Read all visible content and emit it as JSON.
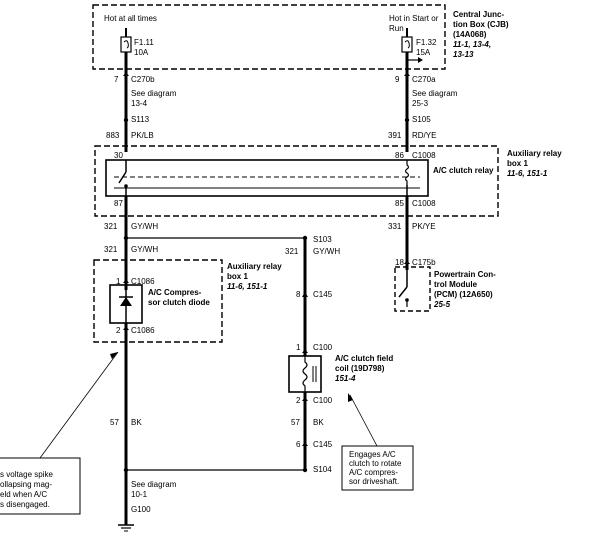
{
  "cjb": {
    "hot_at_all_times": "Hot at all times",
    "hot_in_start_run_1": "Hot in Start or",
    "hot_in_start_run_2": "Run",
    "title_1": "Central Junc-",
    "title_2": "tion Box (CJB)",
    "title_3": "(14A068)",
    "ref_1": "11-1, 13-4,",
    "ref_2": "13-13",
    "fuse_a_id": "F1.11",
    "fuse_a_rating": "10A",
    "fuse_b_id": "F1.32",
    "fuse_b_rating": "15A"
  },
  "left_upper": {
    "pin": "7",
    "conn": "C270b",
    "see_1": "See diagram",
    "see_2": "13-4",
    "splice": "S113",
    "circuit": "883",
    "color": "PK/LB"
  },
  "right_upper": {
    "pin": "9",
    "conn": "C270a",
    "see_1": "See diagram",
    "see_2": "25-3",
    "splice": "S105",
    "circuit": "391",
    "color": "RD/YE"
  },
  "relay_box": {
    "pin_30": "30",
    "pin_86": "86",
    "conn_top": "C1008",
    "pin_87": "87",
    "pin_85": "85",
    "conn_bottom": "C1008",
    "clutch_relay": "A/C clutch relay",
    "title_1": "Auxiliary relay",
    "title_2": "box 1",
    "ref": "11-6, 151-1"
  },
  "mid_wires": {
    "left_circuit": "321",
    "left_color": "GY/WH",
    "right_circuit": "331",
    "right_color": "PK/YE",
    "left2_circuit": "321",
    "left2_color": "GY/WH",
    "s103": "S103",
    "s103_circuit": "321",
    "s103_color": "GY/WH"
  },
  "pcm": {
    "pin": "18",
    "conn": "C175b",
    "title_1": "Powertrain Con-",
    "title_2": "trol Module",
    "title_3": "(PCM) (12A650)",
    "ref": "25-5"
  },
  "diode_box": {
    "pin_1": "1",
    "conn_1": "C1086",
    "pin_2": "2",
    "conn_2": "C1086",
    "label_1": "A/C Compres-",
    "label_2": "sor clutch diode",
    "title_1": "Auxiliary relay",
    "title_2": "box 1",
    "ref": "11-6, 151-1"
  },
  "coil": {
    "pin_8": "8",
    "conn_c145_top": "C145",
    "pin_1": "1",
    "conn_c100_top": "C100",
    "title_1": "A/C clutch field",
    "title_2": "coil (19D798)",
    "ref": "151-4",
    "pin_2": "2",
    "conn_c100_bottom": "C100",
    "circuit": "57",
    "color": "BK",
    "pin_6": "6",
    "conn_c145_bottom": "C145",
    "s104": "S104"
  },
  "ground": {
    "circuit": "57",
    "color": "BK",
    "see_1": "See diagram",
    "see_2": "10-1",
    "g100": "G100"
  },
  "notes": {
    "left_1": "s voltage spike",
    "left_2": "ollapsing mag-",
    "left_3": "eld when A/C",
    "left_4": "s disengaged.",
    "right_1": "Engages A/C",
    "right_2": "clutch to rotate",
    "right_3": "A/C compres-",
    "right_4": "sor driveshaft."
  }
}
